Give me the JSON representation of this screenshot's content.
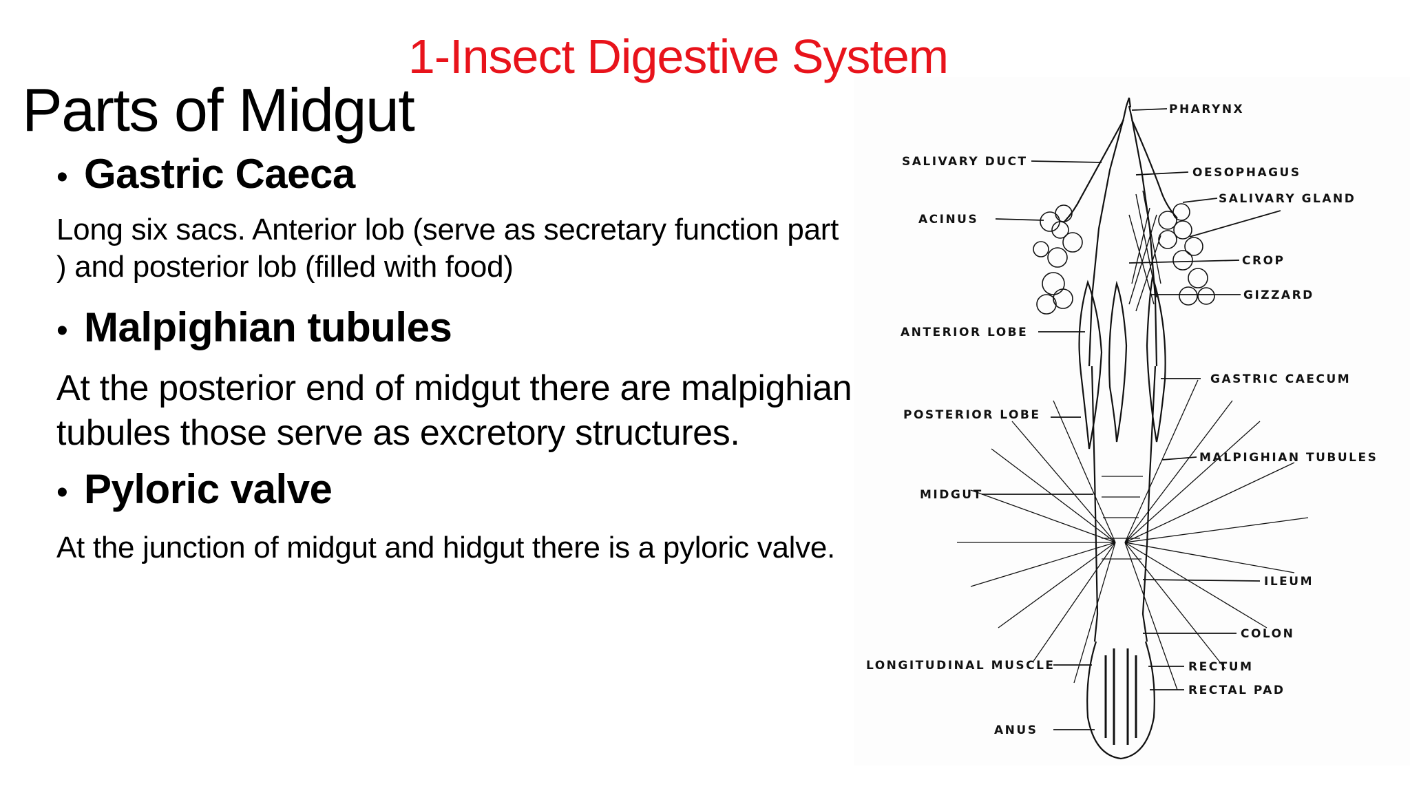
{
  "slide": {
    "title": "1-Insect Digestive System",
    "heading": "Parts of Midgut",
    "title_color": "#e8131b"
  },
  "sections": [
    {
      "heading": "Gastric Caeca",
      "body": "Long six sacs. Anterior lob  (serve as secretary function part ) and posterior lob (filled with food)"
    },
    {
      "heading": "Malpighian tubules",
      "body": "At the posterior end of midgut there are malpighian tubules those serve as excretory structures."
    },
    {
      "heading": "Pyloric valve",
      "body": "At the junction of midgut and hidgut there is a pyloric valve."
    }
  ],
  "diagram": {
    "labels": {
      "pharynx": "PHARYNX",
      "salivary_duct": "SALIVARY DUCT",
      "oesophagus": "OESOPHAGUS",
      "salivary_gland": "SALIVARY GLAND",
      "acinus": "ACINUS",
      "crop": "CROP",
      "gizzard": "GIZZARD",
      "anterior_lobe": "ANTERIOR LOBE",
      "gastric_caecum": "GASTRIC CAECUM",
      "posterior_lobe": "POSTERIOR LOBE",
      "malpighian_tubules": "MALPIGHIAN TUBULES",
      "midgut": "MIDGUT",
      "ileum": "ILEUM",
      "colon": "COLON",
      "longitudinal_muscle": "LONGITUDINAL MUSCLE",
      "rectum": "RECTUM",
      "rectal_pad": "RECTAL PAD",
      "anus": "ANUS"
    }
  }
}
